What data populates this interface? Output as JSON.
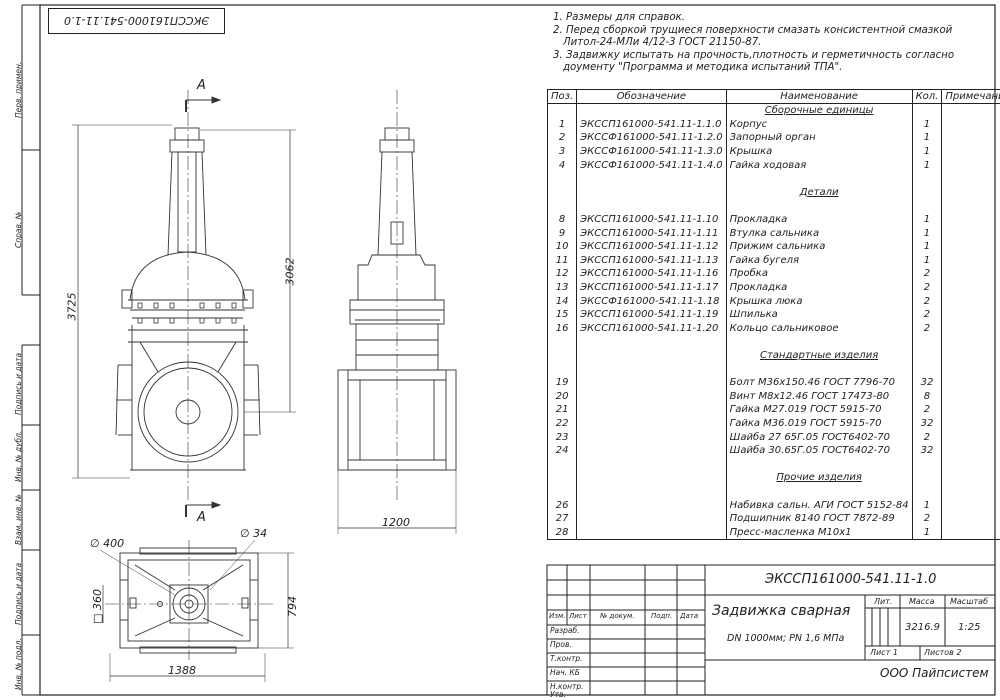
{
  "drawing_number_top": "ЭКССП161000-541.11-1.0",
  "margin_labels": [
    "Перв. примен.",
    "Справ. №",
    "Подпись и дата",
    "Инв. № дубл.",
    "Взам. инв. №",
    "Подпись и дата",
    "Инв. № подл."
  ],
  "notes": [
    "1. Размеры для справок.",
    "2. Перед сборкой трущиеся поверхности смазать консистентной смазкой",
    "    Литол-24-МЛи 4/12-3 ГОСТ 21150-87.",
    "3. Задвижку испытать на прочность,плотность и герметичность согласно",
    "    доументу \"Программа и методика испытаний ТПА\"."
  ],
  "dimensions": {
    "height_total": "3725",
    "height_body": "3062",
    "length": "1200",
    "diameter_flange": "∅ 400",
    "diameter_hole": "∅ 34",
    "side": "□ 360",
    "plan_width": "1388",
    "plan_height": "794",
    "section_mark": "A"
  },
  "spec": {
    "headers": [
      "Поз.",
      "Обозначение",
      "Наименование",
      "Кол.",
      "Примечание"
    ],
    "rows": [
      {
        "pos": "",
        "des": "",
        "name": "Сборочные единицы",
        "qty": "",
        "note": "",
        "section": true
      },
      {
        "pos": "1",
        "des": "ЭКССП161000-541.11-1.1.0",
        "name": "Корпус",
        "qty": "1",
        "note": ""
      },
      {
        "pos": "2",
        "des": "ЭКССФ161000-541.11-1.2.0",
        "name": "Запорный орган",
        "qty": "1",
        "note": ""
      },
      {
        "pos": "3",
        "des": "ЭКССФ161000-541.11-1.3.0",
        "name": "Крышка",
        "qty": "1",
        "note": ""
      },
      {
        "pos": "4",
        "des": "ЭКССФ161000-541.11-1.4.0",
        "name": "Гайка ходовая",
        "qty": "1",
        "note": ""
      },
      {
        "pos": "",
        "des": "",
        "name": "",
        "qty": "",
        "note": ""
      },
      {
        "pos": "",
        "des": "",
        "name": "Детали",
        "qty": "",
        "note": "",
        "section": true
      },
      {
        "pos": "",
        "des": "",
        "name": "",
        "qty": "",
        "note": ""
      },
      {
        "pos": "8",
        "des": "ЭКССП161000-541.11-1.10",
        "name": "Прокладка",
        "qty": "1",
        "note": ""
      },
      {
        "pos": "9",
        "des": "ЭКССП161000-541.11-1.11",
        "name": "Втулка сальника",
        "qty": "1",
        "note": ""
      },
      {
        "pos": "10",
        "des": "ЭКССП161000-541.11-1.12",
        "name": "Прижим сальника",
        "qty": "1",
        "note": ""
      },
      {
        "pos": "11",
        "des": "ЭКССП161000-541.11-1.13",
        "name": "Гайка бугеля",
        "qty": "1",
        "note": ""
      },
      {
        "pos": "12",
        "des": "ЭКССП161000-541.11-1.16",
        "name": "Пробка",
        "qty": "2",
        "note": ""
      },
      {
        "pos": "13",
        "des": "ЭКССП161000-541.11-1.17",
        "name": "Прокладка",
        "qty": "2",
        "note": ""
      },
      {
        "pos": "14",
        "des": "ЭКССФ161000-541.11-1.18",
        "name": "Крышка люка",
        "qty": "2",
        "note": ""
      },
      {
        "pos": "15",
        "des": "ЭКССП161000-541.11-1.19",
        "name": "Шпилька",
        "qty": "2",
        "note": ""
      },
      {
        "pos": "16",
        "des": "ЭКССП161000-541.11-1.20",
        "name": "Кольцо сальниковое",
        "qty": "2",
        "note": ""
      },
      {
        "pos": "",
        "des": "",
        "name": "",
        "qty": "",
        "note": ""
      },
      {
        "pos": "",
        "des": "",
        "name": "Стандартные изделия",
        "qty": "",
        "note": "",
        "section": true
      },
      {
        "pos": "",
        "des": "",
        "name": "",
        "qty": "",
        "note": ""
      },
      {
        "pos": "19",
        "des": "",
        "name": "Болт М36х150.46 ГОСТ 7796-70",
        "qty": "32",
        "note": ""
      },
      {
        "pos": "20",
        "des": "",
        "name": "Винт М8х12.46 ГОСТ 17473-80",
        "qty": "8",
        "note": ""
      },
      {
        "pos": "21",
        "des": "",
        "name": "Гайка М27.019 ГОСТ 5915-70",
        "qty": "2",
        "note": ""
      },
      {
        "pos": "22",
        "des": "",
        "name": "Гайка М36.019 ГОСТ 5915-70",
        "qty": "32",
        "note": ""
      },
      {
        "pos": "23",
        "des": "",
        "name": "Шайба 27 65Г.05 ГОСТ6402-70",
        "qty": "2",
        "note": ""
      },
      {
        "pos": "24",
        "des": "",
        "name": "Шайба 30.65Г.05 ГОСТ6402-70",
        "qty": "32",
        "note": ""
      },
      {
        "pos": "",
        "des": "",
        "name": "",
        "qty": "",
        "note": ""
      },
      {
        "pos": "",
        "des": "",
        "name": "Прочие изделия",
        "qty": "",
        "note": "",
        "section": true
      },
      {
        "pos": "",
        "des": "",
        "name": "",
        "qty": "",
        "note": ""
      },
      {
        "pos": "26",
        "des": "",
        "name": "Набивка сальн. АГИ ГОСТ 5152-84",
        "qty": "1",
        "note": ""
      },
      {
        "pos": "27",
        "des": "",
        "name": "Подшипник 8140 ГОСТ 7872-89",
        "qty": "2",
        "note": ""
      },
      {
        "pos": "28",
        "des": "",
        "name": "Пресс-масленка М10х1",
        "qty": "1",
        "note": ""
      }
    ]
  },
  "title_block": {
    "designation": "ЭКССП161000-541.11-1.0",
    "name": "Задвижка сварная",
    "subtitle": "DN 1000мм; PN 1,6 МПа",
    "company": "ООО Пайпсистем",
    "col_headers": [
      "Изм.",
      "Лист",
      "№ докум.",
      "Подп.",
      "Дата"
    ],
    "roles": [
      "Разраб.",
      "Пров.",
      "Т.контр.",
      "Нач. КБ",
      "Н.контр.",
      "Утв."
    ],
    "lit_label": "Лит.",
    "mass_label": "Масса",
    "scale_label": "Масштаб",
    "mass": "3216.9",
    "scale": "1:25",
    "sheet": "Лист 1",
    "sheets": "Листов 2"
  }
}
